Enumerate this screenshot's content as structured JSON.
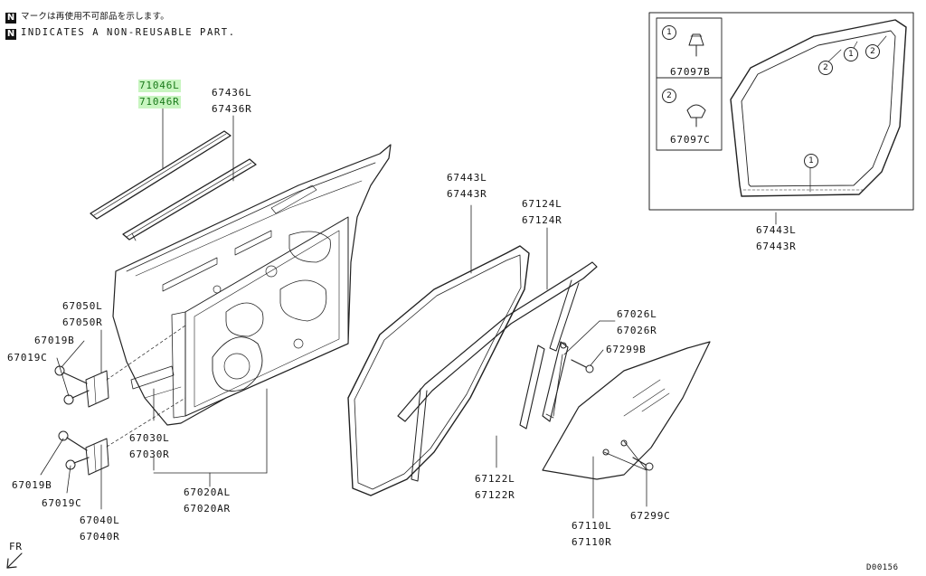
{
  "notes": {
    "badge": "N",
    "line1_jp": "マークは再使用不可部品を示します。",
    "line2": "INDICATES A NON-REUSABLE PART."
  },
  "labels": {
    "p71046l": "71046L",
    "p71046r": "71046R",
    "p67436l": "67436L",
    "p67436r": "67436R",
    "p67443l": "67443L",
    "p67443r": "67443R",
    "p67124l": "67124L",
    "p67124r": "67124R",
    "p67050l": "67050L",
    "p67050r": "67050R",
    "p67019b_top": "67019B",
    "p67019c_top": "67019C",
    "p67026l": "67026L",
    "p67026r": "67026R",
    "p67299b": "67299B",
    "p67030l": "67030L",
    "p67030r": "67030R",
    "p67019b_bot": "67019B",
    "p67019c_bot": "67019C",
    "p67040l": "67040L",
    "p67040r": "67040R",
    "p67020al": "67020AL",
    "p67020ar": "67020AR",
    "p67122l": "67122L",
    "p67122r": "67122R",
    "p67110l": "67110L",
    "p67110r": "67110R",
    "p67299c": "67299C",
    "inset_67443l": "67443L",
    "inset_67443r": "67443R",
    "clip1": "67097B",
    "clip2": "67097C"
  },
  "callouts": {
    "one": "1",
    "two": "2"
  },
  "orientation": "FR",
  "diagram_code": "D00156",
  "highlight_color": "#c8f5c0",
  "highlight_text_color": "#1a7a1a"
}
